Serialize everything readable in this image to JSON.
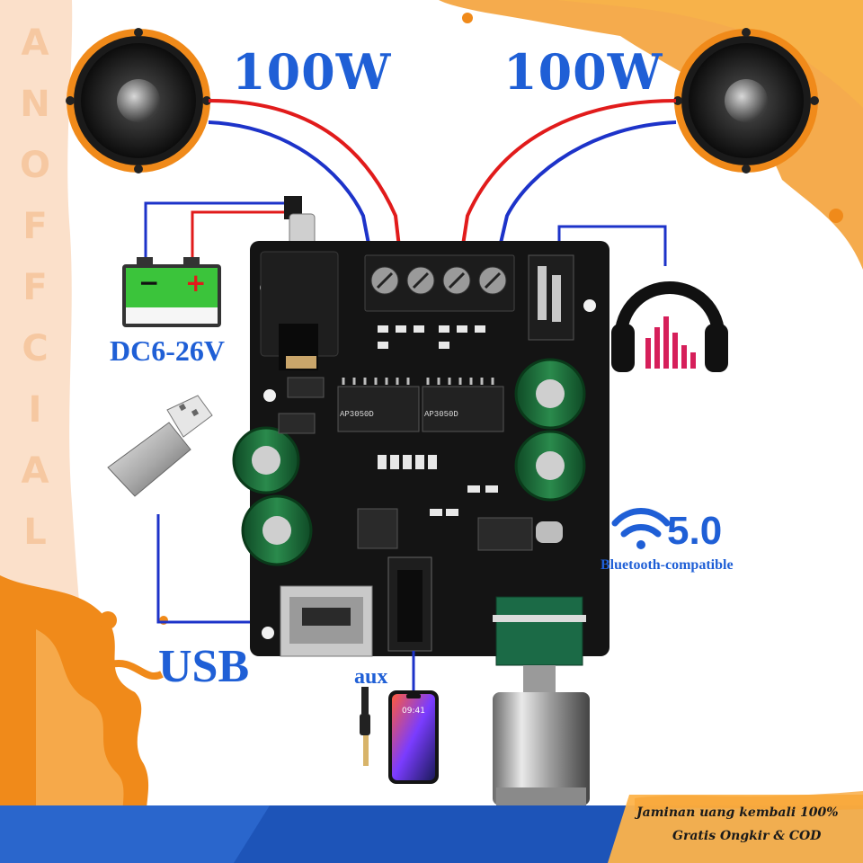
{
  "watermark": {
    "letters": [
      "A",
      "N",
      "O",
      "F",
      "F",
      "C",
      "I",
      "A",
      "L"
    ]
  },
  "speakers": {
    "left_power": "100W",
    "right_power": "100W"
  },
  "power": {
    "minus_sign": "−",
    "plus_sign": "+",
    "voltage_label": "DC6-26V"
  },
  "chips": {
    "left_marking": "AP3050D",
    "right_marking": "AP3050D"
  },
  "bluetooth": {
    "version": "5.0",
    "caption": "Bluetooth-compatible"
  },
  "ports": {
    "usb_label": "USB",
    "aux_label": "aux"
  },
  "phone": {
    "clock": "09:41"
  },
  "banner": {
    "line1": "Jaminan uang kembali 100%",
    "line2": "Gratis Ongkir & COD"
  },
  "colors": {
    "label_blue": "#1f5fd6",
    "accent_orange": "#f08a1a",
    "wire_red": "#e11b1b",
    "wire_blue": "#1d33c9",
    "pcb_black": "#141414",
    "capacitor_green": "#1f6b3a",
    "battery_green": "#3bc43b"
  },
  "icons": [
    "speaker-icon",
    "battery-icon",
    "dc-jack-icon",
    "usb-stick-icon",
    "headphones-icon",
    "bluetooth-wifi-icon",
    "smartphone-icon",
    "aux-plug-icon",
    "volume-knob-icon"
  ]
}
